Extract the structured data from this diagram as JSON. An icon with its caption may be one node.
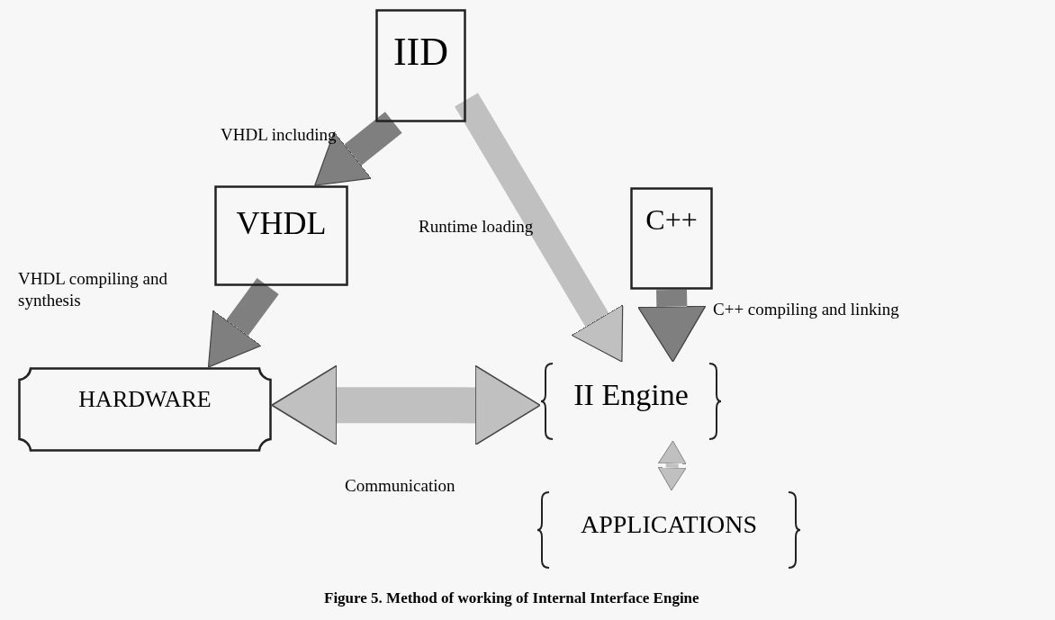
{
  "diagram": {
    "caption": "Figure 5. Method of working of Internal Interface Engine",
    "nodes": [
      {
        "text": [
          "IID"
        ]
      },
      {
        "text": [
          "VHDL"
        ]
      },
      {
        "text": [
          "C++"
        ]
      },
      {
        "text": [
          "HARDWARE"
        ]
      },
      {
        "text": [
          "II Engine"
        ]
      },
      {
        "text": [
          "APPLICATIONS"
        ]
      }
    ],
    "edges": [
      {
        "from": 0,
        "to": 1,
        "arrow": "to",
        "label": "VHDL including"
      },
      {
        "from": 1,
        "to": 3,
        "arrow": "to",
        "label": "VHDL compiling and synthesis"
      },
      {
        "from": 0,
        "to": 4,
        "arrow": "to",
        "label": "Runtime loading",
        "color": "#c0c0c0"
      },
      {
        "from": 2,
        "to": 4,
        "arrow": "to",
        "label": "C++ compiling and linking"
      },
      {
        "from": 3,
        "to": 4,
        "arrow": "both",
        "label": "Communication",
        "color": "#c0c0c0"
      },
      {
        "from": 4,
        "to": 5,
        "arrow": "both",
        "color": "#c0c0c0"
      }
    ]
  }
}
